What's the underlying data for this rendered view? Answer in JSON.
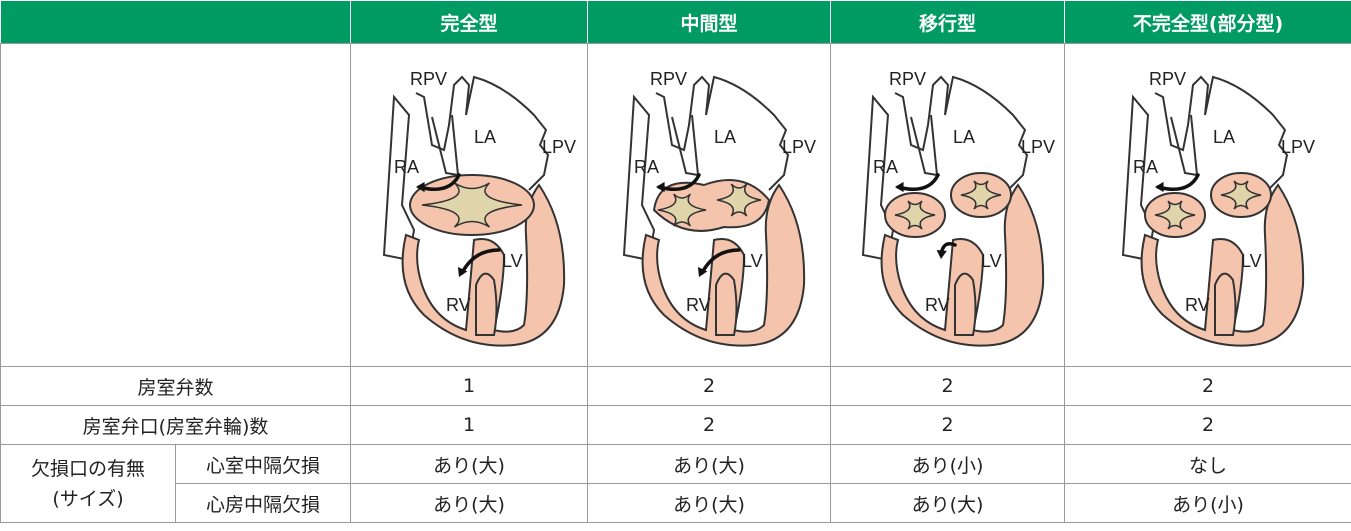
{
  "header": {
    "columns": [
      "完全型",
      "中間型",
      "移行型",
      "不完全型(部分型)"
    ]
  },
  "diagram_labels": {
    "rpv": "RPV",
    "la": "LA",
    "lpv": "LPV",
    "ra": "RA",
    "lv": "LV",
    "rv": "RV"
  },
  "rows": {
    "valve_count": {
      "label": "房室弁数",
      "values": [
        "1",
        "2",
        "2",
        "2"
      ]
    },
    "orifice_count": {
      "label": "房室弁口(房室弁輪)数",
      "values": [
        "1",
        "2",
        "2",
        "2"
      ]
    },
    "defect": {
      "group_label_line1": "欠損口の有無",
      "group_label_line2": "(サイズ)",
      "vsd": {
        "label": "心室中隔欠損",
        "values": [
          "あり(大)",
          "あり(大)",
          "あり(小)",
          "なし"
        ]
      },
      "asd": {
        "label": "心房中隔欠損",
        "values": [
          "あり(大)",
          "あり(大)",
          "あり(大)",
          "あり(小)"
        ]
      }
    }
  },
  "colors": {
    "header_bg": "#009a63",
    "header_text": "#ffffff",
    "heart_tissue": "#f5c4ad",
    "valve_leaflet": "#e0d5aa",
    "outline": "#333333"
  }
}
